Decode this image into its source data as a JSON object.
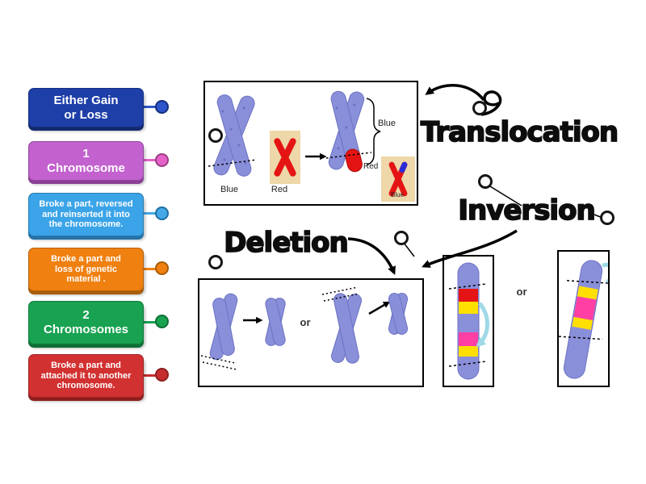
{
  "cards": [
    {
      "label": "Either Gain\nor Loss",
      "color": "#1e3fa8"
    },
    {
      "label": "1\nChromosome",
      "color": "#c361cf"
    },
    {
      "label": "Broke a part, reversed\nand reinserted it into\nthe chromosome.",
      "color": "#3ba4e8"
    },
    {
      "label": "Broke a part and\nloss of genetic\nmaterial .",
      "color": "#f08010"
    },
    {
      "label": "2\nChromosomes",
      "color": "#18a251"
    },
    {
      "label": "Broke a part and\nattached it to another\nchromosome.",
      "color": "#d23131"
    }
  ],
  "terms": {
    "translocation": "Translocation",
    "inversion": "Inversion",
    "deletion": "Deletion"
  },
  "top_box": {
    "caption_blue": "Blue",
    "caption_red": "Red",
    "side_blue": "Blue",
    "side_red": "Red",
    "product_caption": "Blue"
  },
  "bottom_box": {
    "or": "or"
  },
  "panels": {
    "or": "or"
  },
  "colors": {
    "chromosome_blue": "#8a8fd9",
    "chromosome_red": "#e51414",
    "segment_yellow": "#ffdf00",
    "segment_pink": "#ff3fa4",
    "cyan_arrow": "#9fd8e6",
    "tan_panel": "#eed7a8"
  }
}
